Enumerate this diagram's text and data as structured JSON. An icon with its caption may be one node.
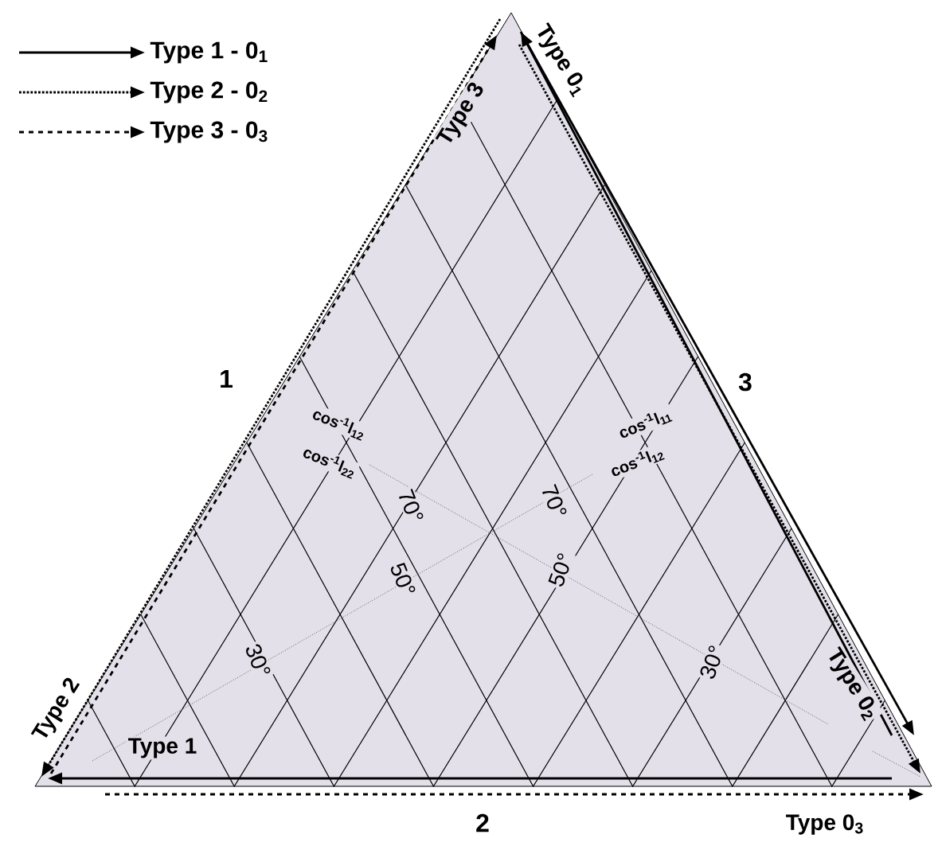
{
  "diagram": {
    "labels": [
      "Type 3",
      "Type 0$_{1}$",
      "1",
      "3",
      "cos$^{-1}$l$_{12}$",
      "cos$^{-1}$l$_{22}$",
      "cos$^{-1}$l$_{11}$",
      "cos$^{-1}$l$_{12}$",
      "70°",
      "70°",
      "50°",
      "50°",
      "30°",
      "30°",
      "Type 2",
      "Type 1",
      "Type 0$_{2}$",
      "2",
      "Type 0$_{3}$"
    ],
    "legend": [
      {
        "text": "Type 1 - 0$_{1}$"
      },
      {
        "text": "Type 2 - 0$_{2}$"
      },
      {
        "text": "Type 3 - 0$_{3}$"
      }
    ]
  }
}
